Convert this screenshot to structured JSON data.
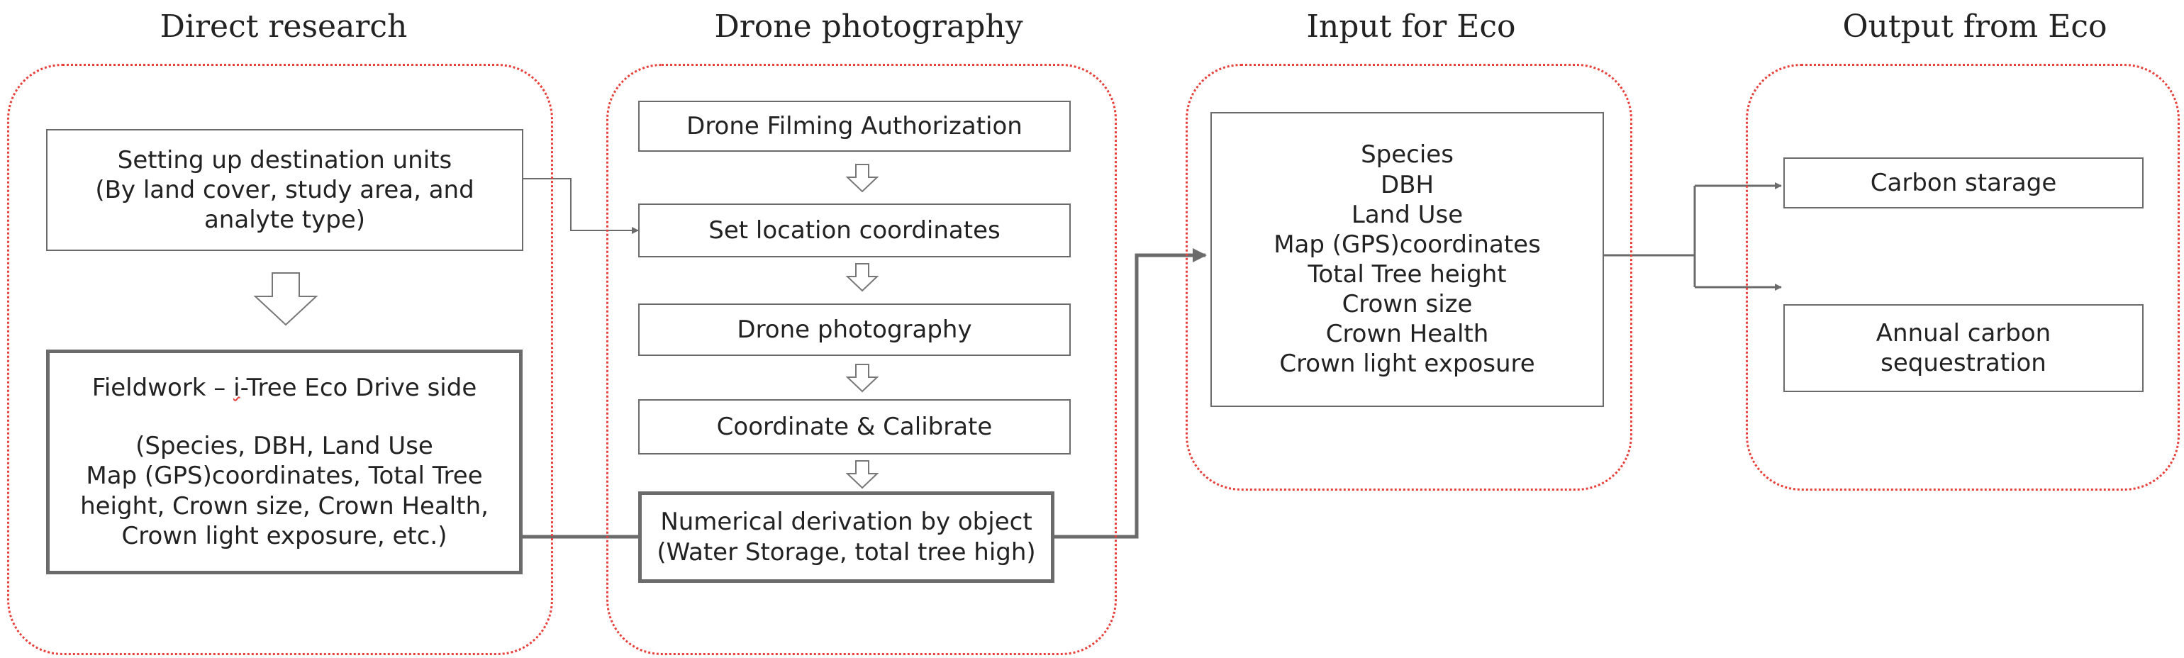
{
  "columns": [
    {
      "title": "Direct research"
    },
    {
      "title": "Drone photography"
    },
    {
      "title": "Input for Eco"
    },
    {
      "title": "Output from Eco"
    }
  ],
  "direct": {
    "setup_lines": [
      "Setting up destination units",
      "(By land cover, study area, and",
      "analyte type)"
    ],
    "fieldwork_title_pre": "Fieldwork – ",
    "fieldwork_title_mark": "i",
    "fieldwork_title_post": "-Tree Eco Drive side",
    "fieldwork_lines": [
      "(Species, DBH, Land Use",
      "Map (GPS)coordinates, Total Tree",
      "height, Crown size, Crown Health,",
      "Crown light exposure, etc.)"
    ]
  },
  "drone": {
    "steps": [
      "Drone Filming Authorization",
      "Set location coordinates",
      "Drone photography",
      "Coordinate & Calibrate"
    ],
    "final_lines": [
      "Numerical derivation by object",
      "(Water Storage, total tree high)"
    ]
  },
  "input": {
    "lines": [
      "Species",
      "DBH",
      "Land Use",
      "Map (GPS)coordinates",
      "Total Tree height",
      "Crown size",
      "Crown Health",
      "Crown light exposure"
    ]
  },
  "output": {
    "box1": "Carbon starage",
    "box2_lines": [
      "Annual carbon",
      "sequestration"
    ]
  },
  "colors": {
    "group_border": "#e8403a",
    "box_border": "#6b6b6b",
    "connector": "#6b6b6b"
  }
}
